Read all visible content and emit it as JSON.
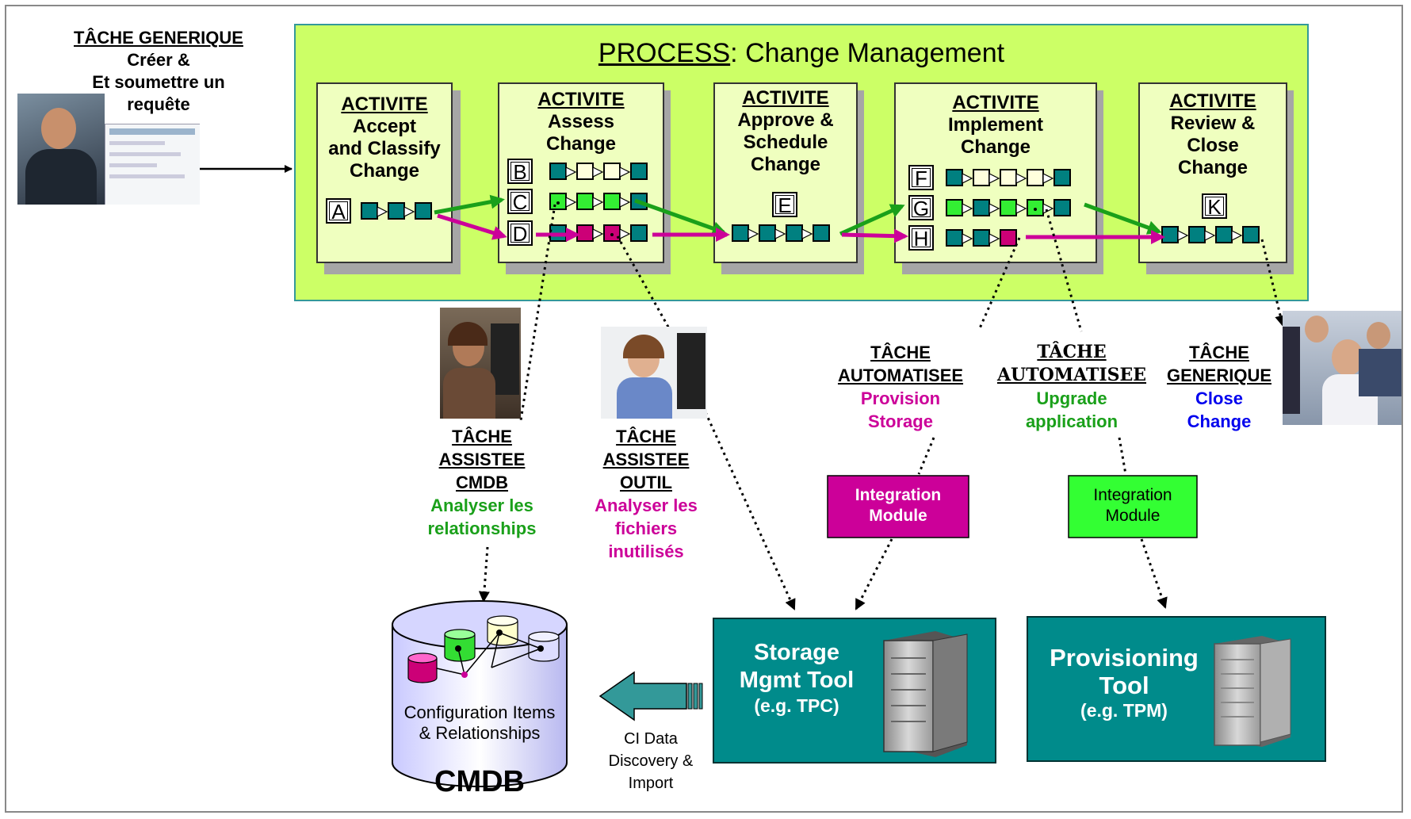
{
  "process": {
    "prefix": "PROCESS",
    "name": ": Change Management"
  },
  "tasks": {
    "submit": {
      "header": "TÂCHE GENERIQUE",
      "line1": "Créer &",
      "line2": "Et soumettre un",
      "line3": "requête"
    },
    "cmdb": {
      "h1": "TÂCHE",
      "h2": "ASSISTEE",
      "h3": "CMDB",
      "d1": "Analyser les",
      "d2": "relationships"
    },
    "outil": {
      "h1": "TÂCHE",
      "h2": "ASSISTEE",
      "h3": "OUTIL",
      "d1": "Analyser les",
      "d2": "fichiers",
      "d3": "inutilisés"
    },
    "auto1": {
      "h1": "TÂCHE",
      "h2": "AUTOMATISEE",
      "d1": "Provision",
      "d2": "Storage"
    },
    "auto2": {
      "h1": "TÂCHE",
      "h2": "AUTOMATISEE",
      "d1": "Upgrade",
      "d2": "application"
    },
    "close": {
      "h1": "TÂCHE",
      "h2": "GENERIQUE",
      "d1": "Close",
      "d2": "Change"
    }
  },
  "activities": [
    {
      "label": "ACTIVITE",
      "l1": "Accept",
      "l2": "and Classify",
      "l3": "Change"
    },
    {
      "label": "ACTIVITE",
      "l1": "Assess",
      "l2": "Change",
      "l3": ""
    },
    {
      "label": "ACTIVITE",
      "l1": "Approve &",
      "l2": "Schedule",
      "l3": "Change"
    },
    {
      "label": "ACTIVITE",
      "l1": "Implement",
      "l2": "Change",
      "l3": ""
    },
    {
      "label": "ACTIVITE",
      "l1": "Review &",
      "l2": "Close",
      "l3": "Change"
    }
  ],
  "step_labels": {
    "A": "A",
    "B": "B",
    "C": "C",
    "D": "D",
    "E": "E",
    "F": "F",
    "G": "G",
    "H": "H",
    "K": "K"
  },
  "integration1": {
    "l1": "Integration",
    "l2": "Module"
  },
  "integration2": {
    "l1": "Integration",
    "l2": "Module"
  },
  "storage_tool": {
    "l1": "Storage",
    "l2": "Mgmt Tool",
    "l3": "(e.g. TPC)"
  },
  "prov_tool": {
    "l1": "Provisioning",
    "l2": "Tool",
    "l3": "(e.g. TPM)"
  },
  "cmdb": {
    "l1": "Configuration Items",
    "l2": "& Relationships",
    "title": "CMDB"
  },
  "discovery": {
    "l1": "CI Data",
    "l2": "Discovery &",
    "l3": "Import"
  },
  "colors": {
    "teal": "#008080",
    "green": "#1aa01a",
    "magenta": "#cc0099",
    "blue": "#0000ee",
    "process_bg": "#ccff66",
    "activity_bg": "#efffbf",
    "bright_green": "#33ff33"
  }
}
